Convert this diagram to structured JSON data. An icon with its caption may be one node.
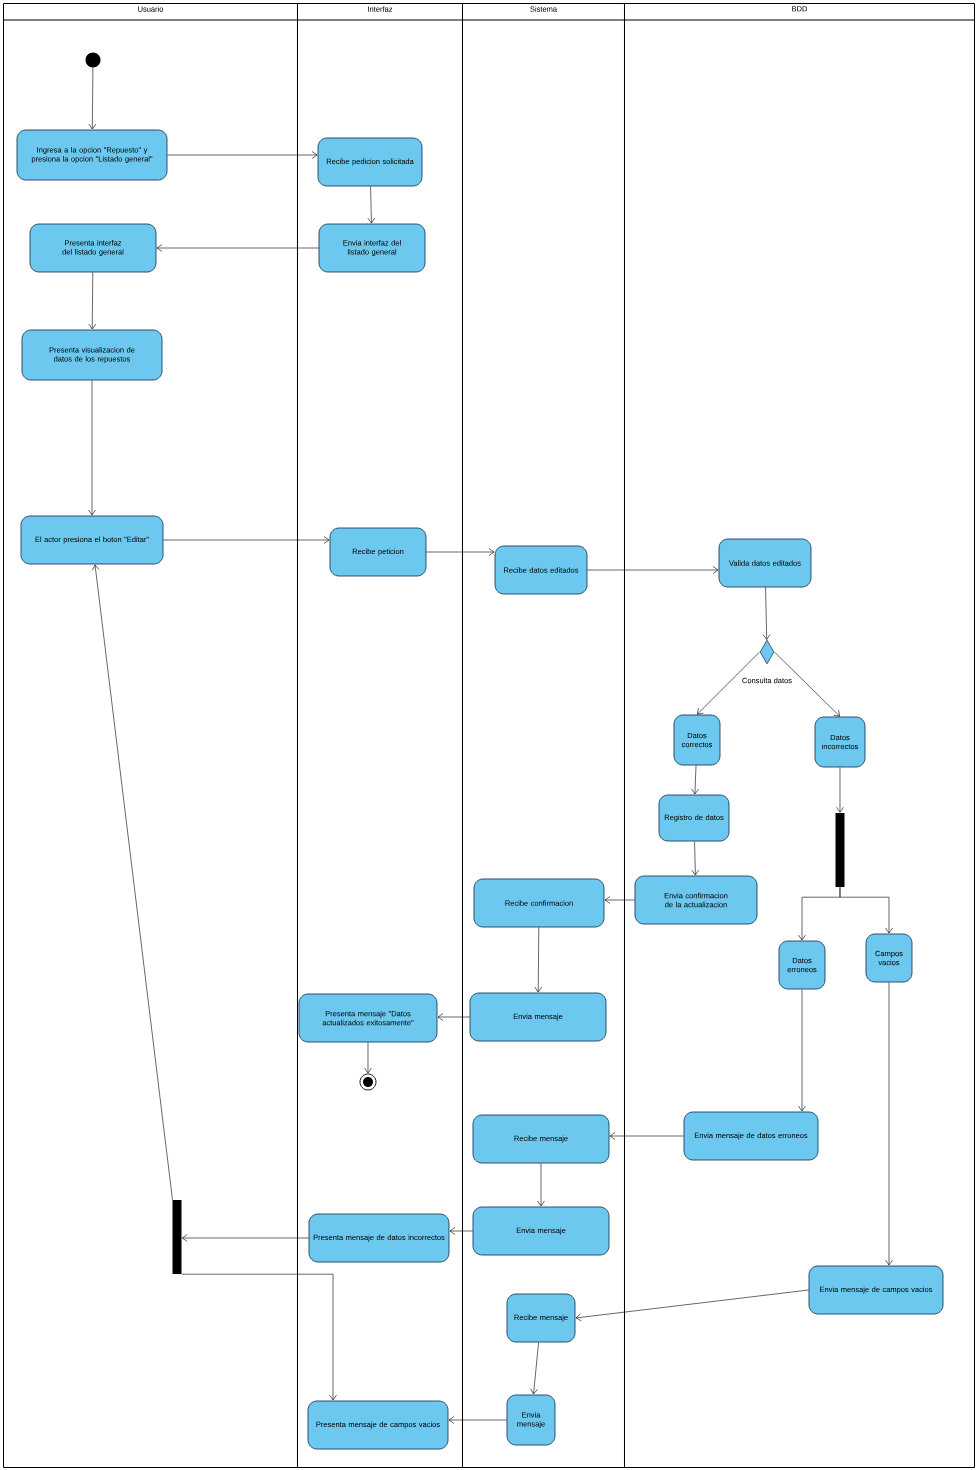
{
  "diagram": {
    "nodes": [
      {
        "text": [
          "Usuario"
        ]
      },
      {
        "text": [
          "Interfaz"
        ]
      },
      {
        "text": [
          "Sistema"
        ]
      },
      {
        "text": [
          "BDD"
        ]
      },
      {
        "text": [],
        "shape": "circle",
        "in": 0
      },
      {
        "text": [
          "Ingresa a la opcion \"Repuesto\" y presiona la opcion \"Listado general\""
        ],
        "in": 0
      },
      {
        "text": [
          "Recibe pedicion solicitada"
        ],
        "in": 1
      },
      {
        "text": [
          "Envia interfaz del listado general"
        ],
        "in": 1
      },
      {
        "text": [
          "Presenta interfaz del listado general"
        ],
        "in": 0
      },
      {
        "text": [
          "Presenta visualizacion de datos de los repuestos"
        ],
        "in": 0
      },
      {
        "text": [
          "El actor presiona el boton \"Editar\""
        ],
        "in": 0
      },
      {
        "text": [
          "Recibe peticion"
        ],
        "in": 1
      },
      {
        "text": [
          "Recibe datos editados"
        ],
        "in": 2
      },
      {
        "text": [
          "Valida datos editados"
        ],
        "in": 3
      },
      {
        "text": [],
        "shape": "diamond",
        "in": 3,
        "beside": [
          "Consulta datos"
        ]
      },
      {
        "text": [
          "Datos correctos"
        ],
        "in": 3
      },
      {
        "text": [
          "Datos incorrectos"
        ],
        "in": 3
      },
      {
        "text": [
          "Registro de datos"
        ],
        "in": 3
      },
      {
        "text": [
          "Envia confirmacion de la actualizacion"
        ],
        "in": 3
      },
      {
        "text": [],
        "shape": "bar",
        "in": 3
      },
      {
        "text": [
          "Recibe confirmacion"
        ],
        "in": 2
      },
      {
        "text": [
          "Datos erroneos"
        ],
        "in": 3
      },
      {
        "text": [
          "Campos vacios"
        ],
        "in": 3
      },
      {
        "text": [
          "Presenta mensaje \"Datos actualizados exitosamente\""
        ],
        "in": 1
      },
      {
        "text": [
          "Envia mensaje"
        ],
        "in": 2
      },
      {
        "text": [],
        "shape": "bullseye",
        "in": 1
      },
      {
        "text": [
          "Recibe mensaje"
        ],
        "in": 2
      },
      {
        "text": [
          "Envia mensaje de datos erroneos"
        ],
        "in": 3
      },
      {
        "text": [],
        "shape": "bar",
        "in": 0
      },
      {
        "text": [
          "Presenta mensaje de datos incorrectos"
        ],
        "in": 1
      },
      {
        "text": [
          "Envia mensaje"
        ],
        "in": 2
      },
      {
        "text": [
          "Envia mensaje de campos vacios"
        ],
        "in": 3
      },
      {
        "text": [
          "Recibe mensaje"
        ],
        "in": 2
      },
      {
        "text": [
          "Presenta mensaje de campos vacios"
        ],
        "in": 1
      },
      {
        "text": [
          "Envia mensaje"
        ],
        "in": 2
      }
    ],
    "edges": [
      {
        "from": 4,
        "to": 5,
        "arrow": "to"
      },
      {
        "from": 5,
        "to": 6,
        "arrow": "to"
      },
      {
        "from": 6,
        "to": 7,
        "arrow": "to"
      },
      {
        "from": 7,
        "to": 8,
        "arrow": "to"
      },
      {
        "from": 8,
        "to": 9,
        "arrow": "to"
      },
      {
        "from": 9,
        "to": 10,
        "arrow": "to"
      },
      {
        "from": 10,
        "to": 11,
        "arrow": "to"
      },
      {
        "from": 11,
        "to": 12,
        "arrow": "to"
      },
      {
        "from": 12,
        "to": 13,
        "arrow": "to"
      },
      {
        "from": 13,
        "to": 14,
        "arrow": "to"
      },
      {
        "from": 14,
        "to": 15,
        "arrow": "to"
      },
      {
        "from": 14,
        "to": 16,
        "arrow": "to"
      },
      {
        "from": 15,
        "to": 17,
        "arrow": "to"
      },
      {
        "from": 17,
        "to": 18,
        "arrow": "to"
      },
      {
        "from": 18,
        "to": 20,
        "arrow": "to"
      },
      {
        "from": 16,
        "to": 19,
        "arrow": "to"
      },
      {
        "from": 19,
        "to": 21,
        "arrow": "to"
      },
      {
        "from": 19,
        "to": 22,
        "arrow": "to"
      },
      {
        "from": 20,
        "to": 24,
        "arrow": "to"
      },
      {
        "from": 24,
        "to": 23,
        "arrow": "to"
      },
      {
        "from": 23,
        "to": 25,
        "arrow": "to"
      },
      {
        "from": 21,
        "to": 27,
        "arrow": "to"
      },
      {
        "from": 27,
        "to": 26,
        "arrow": "to"
      },
      {
        "from": 26,
        "to": 30,
        "arrow": "to"
      },
      {
        "from": 30,
        "to": 29,
        "arrow": "to"
      },
      {
        "from": 29,
        "to": 28,
        "arrow": "to"
      },
      {
        "from": 22,
        "to": 31,
        "arrow": "to"
      },
      {
        "from": 31,
        "to": 32,
        "arrow": "to"
      },
      {
        "from": 32,
        "to": 34,
        "arrow": "to"
      },
      {
        "from": 34,
        "to": 33,
        "arrow": "to"
      },
      {
        "from": 28,
        "to": 10,
        "arrow": "to"
      },
      {
        "from": 28,
        "to": 33,
        "arrow": "to"
      }
    ]
  }
}
